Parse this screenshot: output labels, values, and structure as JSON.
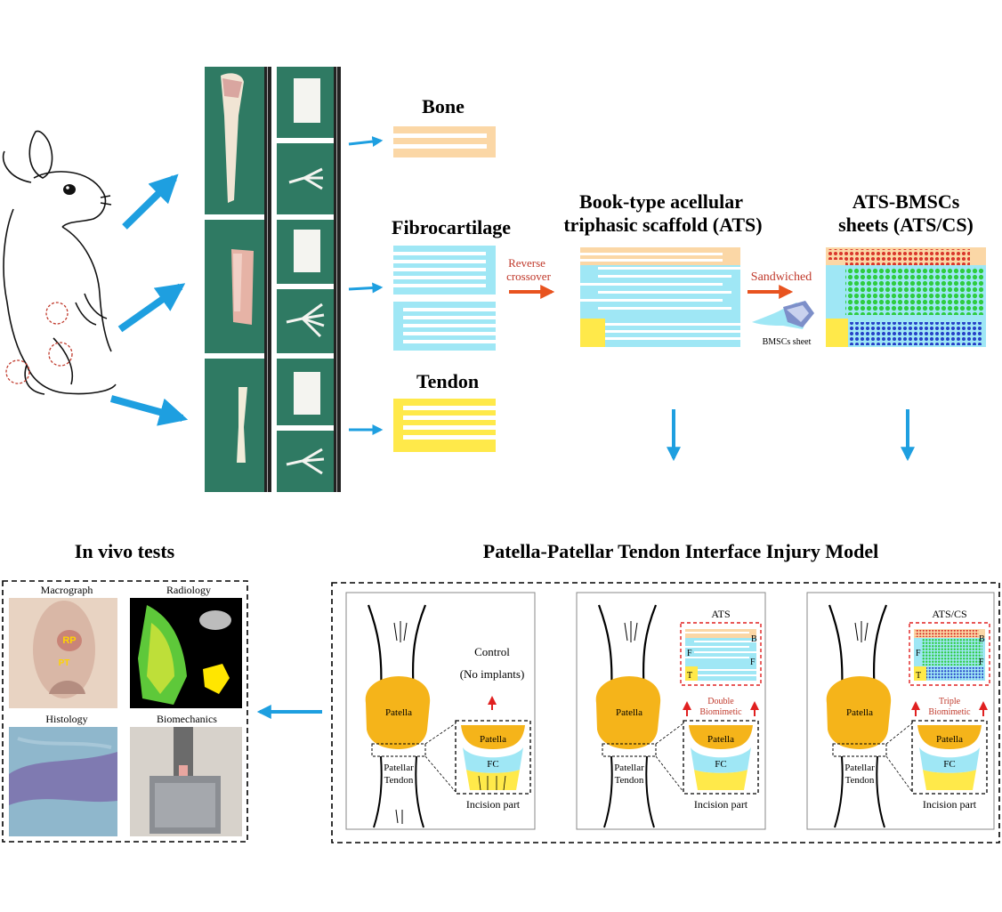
{
  "tissues": {
    "bone": "Bone",
    "fibrocartilage": "Fibrocartilage",
    "tendon": "Tendon"
  },
  "ats": {
    "title_line1": "Book-type acellular",
    "title_line2": "triphasic scaffold (ATS)"
  },
  "cs": {
    "title_line1": "ATS-BMSCs",
    "title_line2": "sheets (ATS/CS)",
    "bmsc_sheet": "BMSCs sheet"
  },
  "steps": {
    "reverse_line1": "Reverse",
    "reverse_line2": "crossover",
    "sandwiched": "Sandwiched"
  },
  "in_vivo": {
    "title": "In vivo tests",
    "panels": [
      "Macrograph",
      "Radiology",
      "Histology",
      "Biomechanics"
    ],
    "rp": "RP",
    "pt": "PT"
  },
  "model": {
    "title": "Patella-Patellar Tendon Interface Injury Model",
    "patella": "Patella",
    "tendon_line1": "Patellar",
    "tendon_line2": "Tendon",
    "incision": "Incision part",
    "fc": "FC",
    "control_line1": "Control",
    "control_line2": "(No implants)",
    "ats_label": "ATS",
    "atscs_label": "ATS/CS",
    "double_line1": "Double",
    "double_line2": "Biomimetic",
    "triple_line1": "Triple",
    "triple_line2": "Biomimetic",
    "letter_b": "B",
    "letter_f": "F",
    "letter_t": "T"
  },
  "colors": {
    "bone": "#fbd7a6",
    "fibrocartilage": "#9fe7f5",
    "tendon": "#ffe94a",
    "patella": "#f5b41a",
    "arrow_blue": "#1e9fe0",
    "arrow_red": "#e8531f",
    "label_red": "#c0392b",
    "photo_green": "#2f7a63",
    "cell_red": "#d9362b",
    "cell_green": "#2ecc40",
    "cell_blue": "#2540c8"
  }
}
